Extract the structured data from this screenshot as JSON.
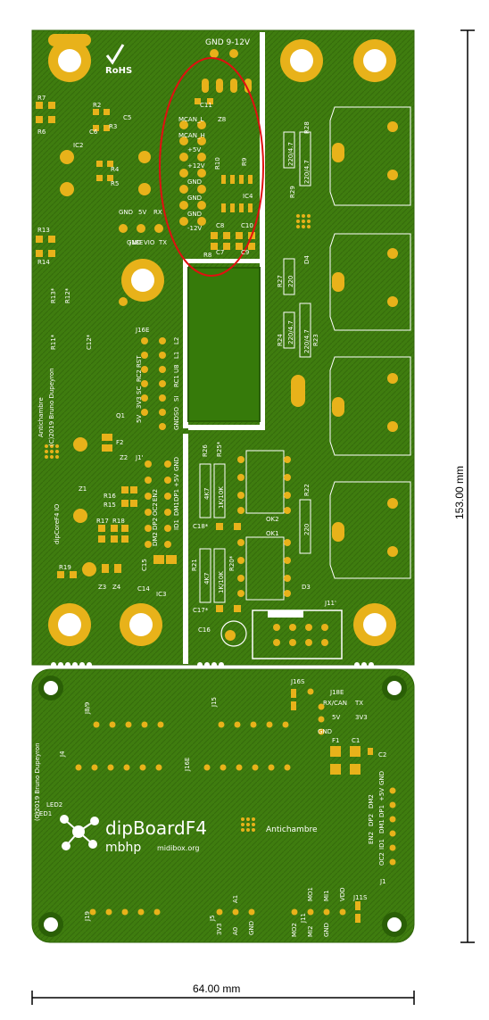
{
  "colors": {
    "board": "#3f7d0f",
    "board_dark": "#2f6508",
    "copper": "#e8b21a",
    "silkscreen": "#ffffff",
    "cutout": "#ffffff",
    "highlight": "#e01010",
    "dimension": "#000000"
  },
  "upper_board": {
    "rohs": "RoHS",
    "power_header": "GND  9-12V",
    "side_text_1": "Antichambre",
    "side_text_2": "(C)2019 Bruno Dupeyron",
    "side_title": "dipCoreF4 IO",
    "connectors": [
      "J16E",
      "J18E",
      "J1'",
      "J11'"
    ],
    "ics": [
      "IC2",
      "IC3",
      "IC4",
      "OK1",
      "OK2",
      "Q1"
    ],
    "resistors": [
      "R7",
      "R6",
      "R2",
      "R3",
      "R4",
      "R5",
      "R13",
      "R14",
      "R12*",
      "R13*",
      "R11*",
      "R8",
      "R9",
      "R10",
      "R16",
      "R15",
      "R17",
      "R18",
      "R19",
      "R28",
      "R29",
      "R27",
      "R24",
      "R23",
      "R26",
      "R25*",
      "R22",
      "R21",
      "R20*"
    ],
    "capacitors": [
      "C5",
      "C6",
      "C7",
      "C8",
      "C9",
      "C10",
      "C11",
      "C12*",
      "C14",
      "C15",
      "C16",
      "C17*",
      "C18*"
    ],
    "misc": [
      "Z1",
      "Z2",
      "Z3",
      "Z4",
      "Z8",
      "D3",
      "D4",
      "F2"
    ],
    "resistor_values": [
      "220/4.7",
      "220/4.7",
      "220",
      "220/4.7",
      "220/4.7",
      "4K7",
      "1K/10K",
      "4K7",
      "1K/10K",
      "220"
    ],
    "j18e_pins": [
      "GND",
      "5V",
      "RX",
      "GND",
      "VIO",
      "TX"
    ],
    "can_pins": [
      "MCAN_L",
      "MCAN_H",
      "+5V",
      "+12V",
      "GND",
      "GND",
      "GND",
      "-12V"
    ],
    "j16e_pins": [
      "L2",
      "L1",
      "RST",
      "U8",
      "RC2",
      "RC1",
      "SC",
      "SI",
      "3V3",
      "SO",
      "GND",
      "5V"
    ],
    "j1_pins": [
      "GND",
      "+5V",
      "DP1",
      "DM1",
      "ID1",
      "DP2",
      "DM2",
      "OC2",
      "EN2"
    ]
  },
  "lower_board": {
    "title": "dipBoardF4",
    "subtitle": "mbhp",
    "url": "midibox.org",
    "brand": "Antichambre",
    "copyright": "(C)2019 Bruno Dupeyron",
    "top_connectors": [
      "J8/9",
      "J15",
      "J16S",
      "J18E",
      "J4",
      "J16E"
    ],
    "bottom_connectors": [
      "J19",
      "J5",
      "J11",
      "J11S",
      "J1"
    ],
    "parts": [
      "F1",
      "C1",
      "C2",
      "LED1",
      "LED2"
    ],
    "j18e_pins": [
      "RX/CAN",
      "TX",
      "5V",
      "3V3",
      "GND"
    ],
    "j1_pins": [
      "EN2",
      "DP2",
      "DM2",
      "OC2",
      "ID1",
      "DM1",
      "DP1",
      "+5V",
      "GND"
    ],
    "j5_pins": [
      "3V3",
      "A1",
      "A0",
      "GND"
    ],
    "j11_pins": [
      "MO2",
      "MI2",
      "GND",
      "MO1",
      "MI1",
      "VDD"
    ]
  },
  "dimensions": {
    "height": "153.00 mm",
    "width": "64.00 mm"
  }
}
